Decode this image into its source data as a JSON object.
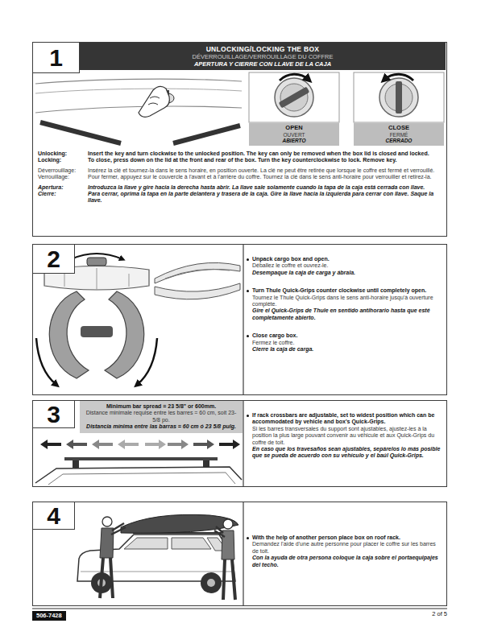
{
  "diagram": {
    "nodes": [
      {
        "text": [
          "Unlocking:",
          "Insert the key and turn clockwise to the unlocked position. The key can only be removed when the box lid is closed and locked.",
          "Locking:",
          "To close, press down on the lid at the front and rear of the box. Turn the key counterclockwise to lock. Remove key.",
          "Déverrouillage:",
          "Insérez la clé et tournez-la dans le sens horaire, en position ouverte. La clé ne peut être retirée que lorsque le coffre est fermé et verrouillé.",
          "Verrouillage:",
          "Pour fermer, appuyez sur le couvercle à l'avant et à l'arrière du coffre. Tournez la clé dans le sens anti-horaire pour verrouiller et retirez-la.",
          "Apertura:",
          "Introduzca la llave y gire hacia la derecha hasta abrir. La llave sale solamente cuando la tapa de la caja está cerrada con llave.",
          "Cierre:",
          "Para cerrar, oprima la tapa en la parte delantera y trasera de la caja. Gire la llave hacia la izquierda para cerrar con llave. Saque la llave."
        ]
      },
      {
        "text": [
          "1"
        ],
        "in": 0
      },
      {
        "text": [
          "UNLOCKING/LOCKING THE BOX",
          "DÉVERROUILLAGE/VERROUILLAGE DU COFFRE",
          "APERTURA Y CIERRE CON LLAVE DE LA CAJA"
        ],
        "in": 0
      },
      {
        "text": [
          "OPEN",
          "OUVERT",
          "ABIERTO"
        ],
        "in": 0
      },
      {
        "text": [
          "CLOSE",
          "FERMÉ",
          "CERRADO"
        ],
        "in": 0
      },
      {
        "text": [
          "Unpack cargo box and open.",
          "Déballez le coffre et ouvrez-le.",
          "Desempaque la caja de carga y ábrala.",
          "Turn Thule Quick-Grips counter clockwise until completely open.",
          "Tournez le Thule Quick-Grips dans le sens anti-horaire jusqu'à ouverture complète.",
          "Gire el Quick-Grips de Thule en sentido antihorario hasta que esté completamente abierto.",
          "Close cargo box.",
          "Fermez le coffre.",
          "Cierre la caja de carga."
        ]
      },
      {
        "text": [
          "2"
        ],
        "in": 5
      },
      {
        "text": [
          "If rack crossbars are adjustable, set to widest position which can be accommodated by vehicle and box's Quick-Grips.",
          "Si les barres transversales du support sont ajustables, ajustez-les à la position la plus large pouvant convenir au véhicule et aux Quick-Grips du coffre de toit.",
          "En caso que los travesaños sean ajustables, sepárelos lo más posible que se pueda de acuerdo con su vehículo y el baúl Quick-Grips."
        ]
      },
      {
        "text": [
          "3"
        ],
        "in": 7
      },
      {
        "text": [
          "Minimum bar spread = 23 5/8\" or 600mm.",
          "Distance minimale requise entre les barres = 60 cm, soit 23-5/8 po.",
          "Distancia mínima entre las barras = 60 cm ó 23 5/8 pulg."
        ],
        "in": 7
      },
      {
        "text": [
          "With the help of another person place box on roof rack.",
          "Demandez l'aide d'une autre personne pour placer le coffre sur les barres de toit.",
          "Con la ayuda de otra persona coloque la caja sobre el portaequipajes del techo."
        ]
      },
      {
        "text": [
          "4"
        ],
        "in": 10
      },
      {
        "text": [
          "506-7428"
        ]
      }
    ],
    "labels": [
      "2 of 5"
    ]
  }
}
